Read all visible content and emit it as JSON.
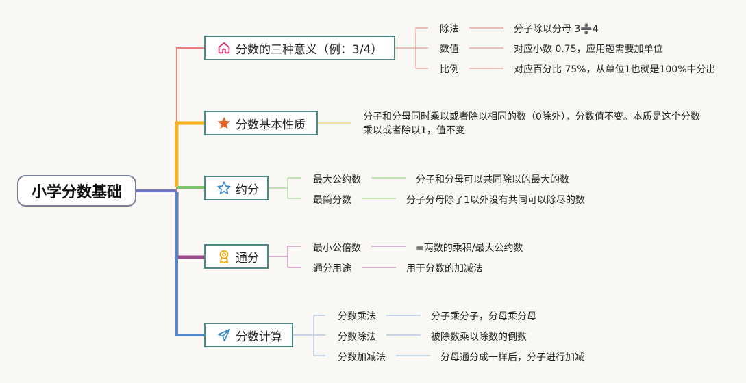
{
  "root": {
    "title": "小学分数基础"
  },
  "topics": [
    {
      "title": "分数的三种意义（例：3/4）",
      "icon": "home-icon",
      "children": [
        {
          "label": "除法",
          "desc": "分子除以分母 3➗4"
        },
        {
          "label": "数值",
          "desc": "对应小数 0.75，应用题需要加单位"
        },
        {
          "label": "比例",
          "desc": "对应百分比 75%，从单位1也就是100%中分出"
        }
      ]
    },
    {
      "title": "分数基本性质",
      "icon": "star-icon",
      "desc_line1": "分子和分母同时乘以或者除以相同的数（0除外），分数值不变。本质是这个分数",
      "desc_line2": "乘以或者除以1，值不变"
    },
    {
      "title": "约分",
      "icon": "star-outline-icon",
      "children": [
        {
          "label": "最大公约数",
          "desc": "分子和分母可以共同除以的最大的数"
        },
        {
          "label": "最简分数",
          "desc": "分子分母除了1以外没有共同可以除尽的数"
        }
      ]
    },
    {
      "title": "通分",
      "icon": "medal-icon",
      "children": [
        {
          "label": "最小公倍数",
          "desc": "=两数的乘积/最大公约数"
        },
        {
          "label": "通分用途",
          "desc": "用于分数的加减法"
        }
      ]
    },
    {
      "title": "分数计算",
      "icon": "paper-plane-icon",
      "children": [
        {
          "label": "分数乘法",
          "desc": "分子乘分子，分母乘分母"
        },
        {
          "label": "分数除法",
          "desc": "被除数乘以除数的倒数"
        },
        {
          "label": "分数加减法",
          "desc": "分母通分成一样后，分子进行加减"
        }
      ]
    }
  ]
}
